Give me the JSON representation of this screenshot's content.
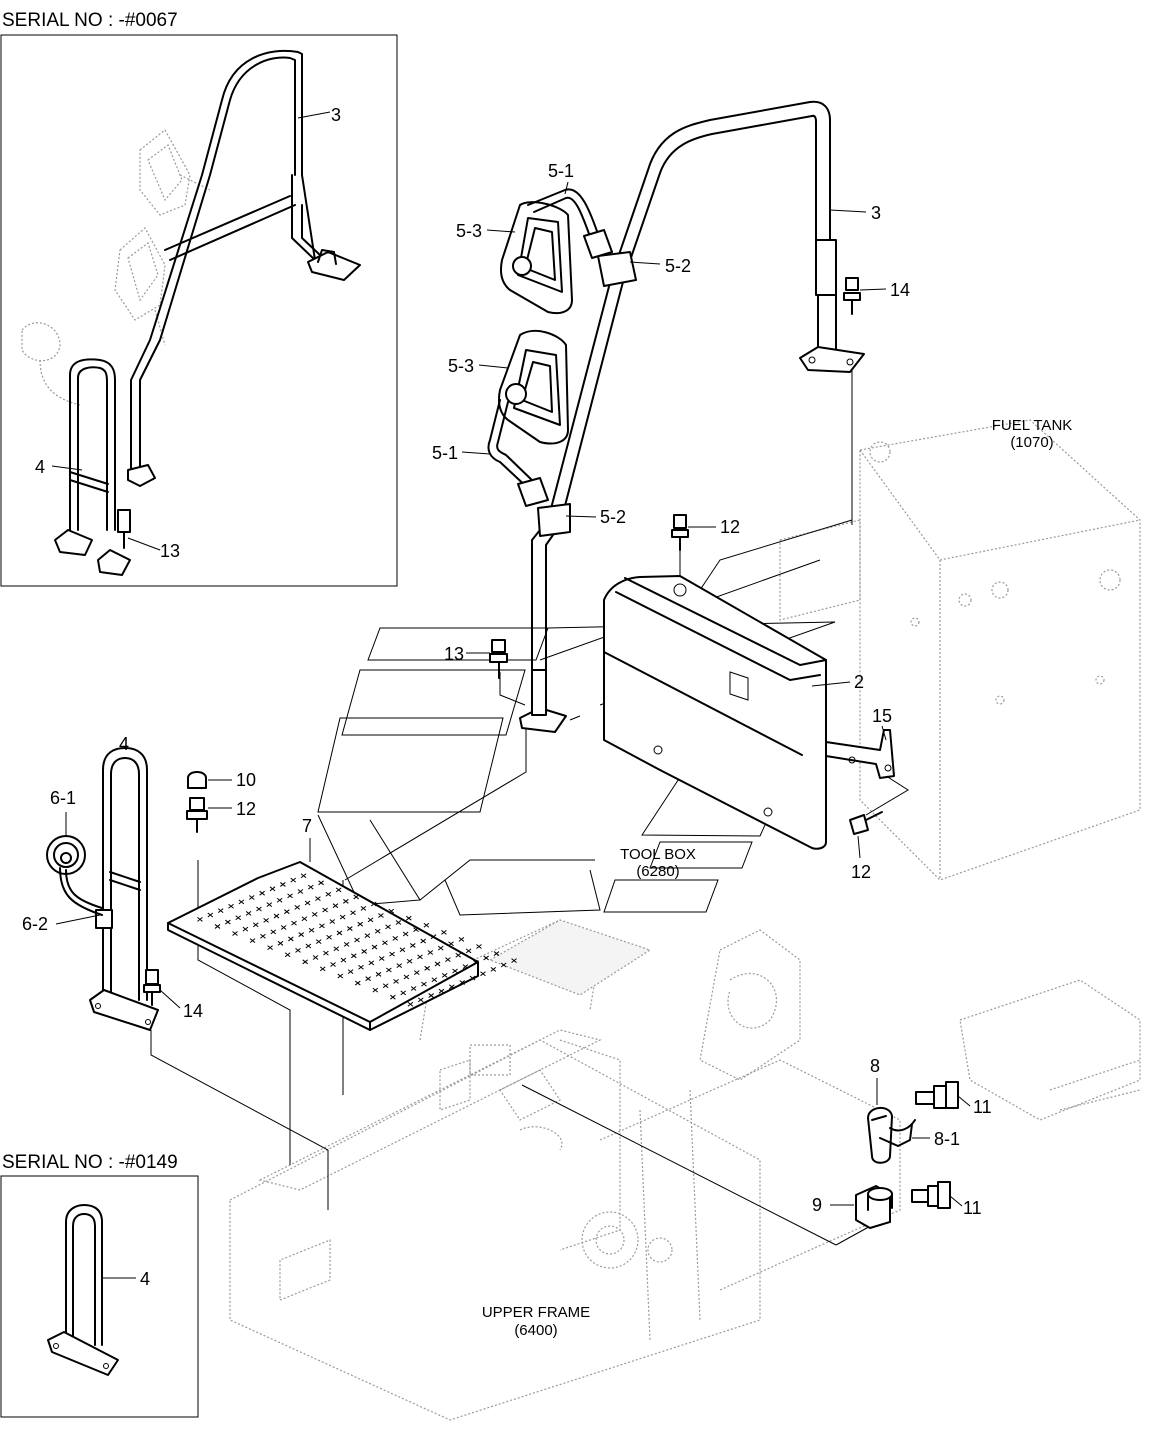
{
  "serials": {
    "top": "SERIAL NO : -#0067",
    "bottom": "SERIAL NO : -#0149"
  },
  "callouts": {
    "c3a": "3",
    "c4a": "4",
    "c13a": "13",
    "c51a": "5-1",
    "c53a": "5-3",
    "c52a": "5-2",
    "c3b": "3",
    "c14a": "14",
    "c53b": "5-3",
    "c51b": "5-1",
    "c52b": "5-2",
    "c12a": "12",
    "c13b": "13",
    "c2": "2",
    "c15": "15",
    "c12c": "12",
    "c4b": "4",
    "c61": "6-1",
    "c62": "6-2",
    "c10": "10",
    "c12b": "12",
    "c7": "7",
    "c14b": "14",
    "c8": "8",
    "c11a": "11",
    "c81": "8-1",
    "c9": "9",
    "c11b": "11",
    "c4c": "4"
  },
  "captions": {
    "fuel_tank": "FUEL TANK",
    "fuel_tank_no": "(1070)",
    "tool_box": "TOOL BOX",
    "tool_box_no": "(6280)",
    "upper_frame": "UPPER FRAME",
    "upper_frame_no": "(6400)"
  }
}
